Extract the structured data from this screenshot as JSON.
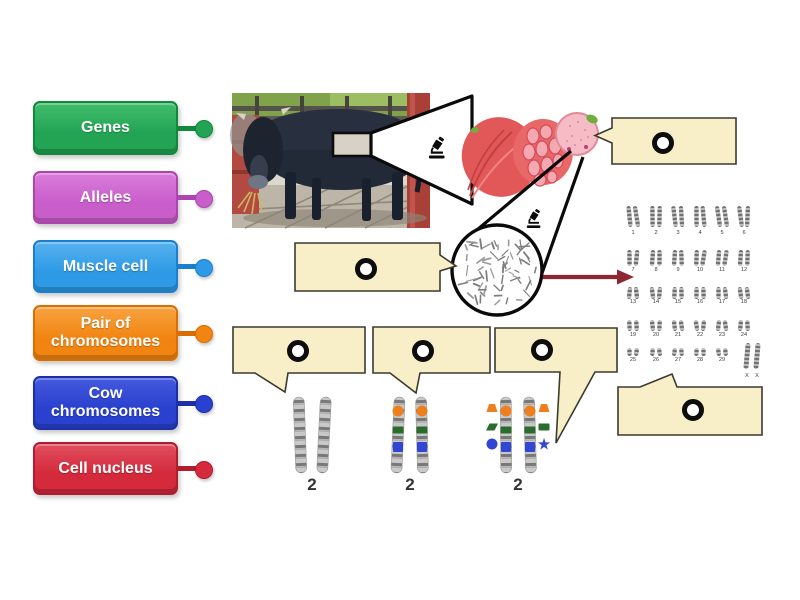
{
  "activity": {
    "kind_label": "labelled-diagram-activity",
    "pair_count_label": "2"
  },
  "labels": [
    {
      "id": "genes",
      "text": "Genes",
      "fill": "#23a455",
      "fill_light": "#41bd6b",
      "border": "#0f8a3c"
    },
    {
      "id": "alleles",
      "text": "Alleles",
      "fill": "#c95ecb",
      "fill_light": "#da7ddb",
      "border": "#ad44b0"
    },
    {
      "id": "muscle-cell",
      "text": "Muscle cell",
      "fill": "#2e9ae6",
      "fill_light": "#57b2ef",
      "border": "#1b7fd0"
    },
    {
      "id": "pair-of-chromosomes",
      "text": "Pair of chromosomes",
      "fill": "#f28511",
      "fill_light": "#f7a341",
      "border": "#d96f00"
    },
    {
      "id": "cow-chromosomes",
      "text": "Cow chromosomes",
      "fill": "#2a41cf",
      "fill_light": "#4459dd",
      "border": "#1c2fa8"
    },
    {
      "id": "cell-nucleus",
      "text": "Cell nucleus",
      "fill": "#d42a3c",
      "fill_light": "#e04f5e",
      "border": "#b01d2e"
    }
  ],
  "diagram": {
    "callout_fill": "#f8efc9",
    "callout_border": "#3a3a2e",
    "target_ring_color": "#0d0d0d",
    "arrow_color": "#8e2633",
    "drop_targets_count": 6,
    "karyotype": {
      "rows": [
        [
          "1",
          "2",
          "3",
          "4",
          "5",
          "6"
        ],
        [
          "7",
          "8",
          "9",
          "10",
          "11",
          "12"
        ],
        [
          "13",
          "14",
          "15",
          "16",
          "17",
          "18"
        ],
        [
          "19",
          "20",
          "21",
          "22",
          "23",
          "24"
        ],
        [
          "25",
          "26",
          "27",
          "28",
          "29"
        ]
      ],
      "sex_row": [
        "X",
        "X"
      ]
    },
    "chromosome_figures": [
      {
        "label": "2",
        "on_chromatid_markers": [],
        "outer_left_markers": [],
        "outer_right_markers": []
      },
      {
        "label": "2",
        "on_chromatid_markers": [
          {
            "shape": "circle",
            "color": "orange"
          },
          {
            "shape": "band",
            "color": "green"
          },
          {
            "shape": "square",
            "color": "blue"
          }
        ],
        "outer_left_markers": [],
        "outer_right_markers": []
      },
      {
        "label": "2",
        "on_chromatid_markers": [
          {
            "shape": "circle",
            "color": "orange"
          },
          {
            "shape": "band",
            "color": "green"
          },
          {
            "shape": "square",
            "color": "blue"
          }
        ],
        "outer_left_markers": [
          {
            "shape": "trapezoid",
            "color": "orange"
          },
          {
            "shape": "parallelogram",
            "color": "green"
          },
          {
            "shape": "circle",
            "color": "blue"
          }
        ],
        "outer_right_markers": [
          {
            "shape": "trapezoid",
            "color": "orange"
          },
          {
            "shape": "band",
            "color": "green"
          },
          {
            "shape": "star",
            "color": "blue"
          }
        ]
      }
    ],
    "marker_colors": {
      "orange": "#ee7f1f",
      "green": "#2c6b2e",
      "blue": "#3246d3"
    },
    "star_glyph": "★"
  },
  "icons": {
    "microscope": "microscope-icon",
    "target": "circle-drop-target"
  }
}
